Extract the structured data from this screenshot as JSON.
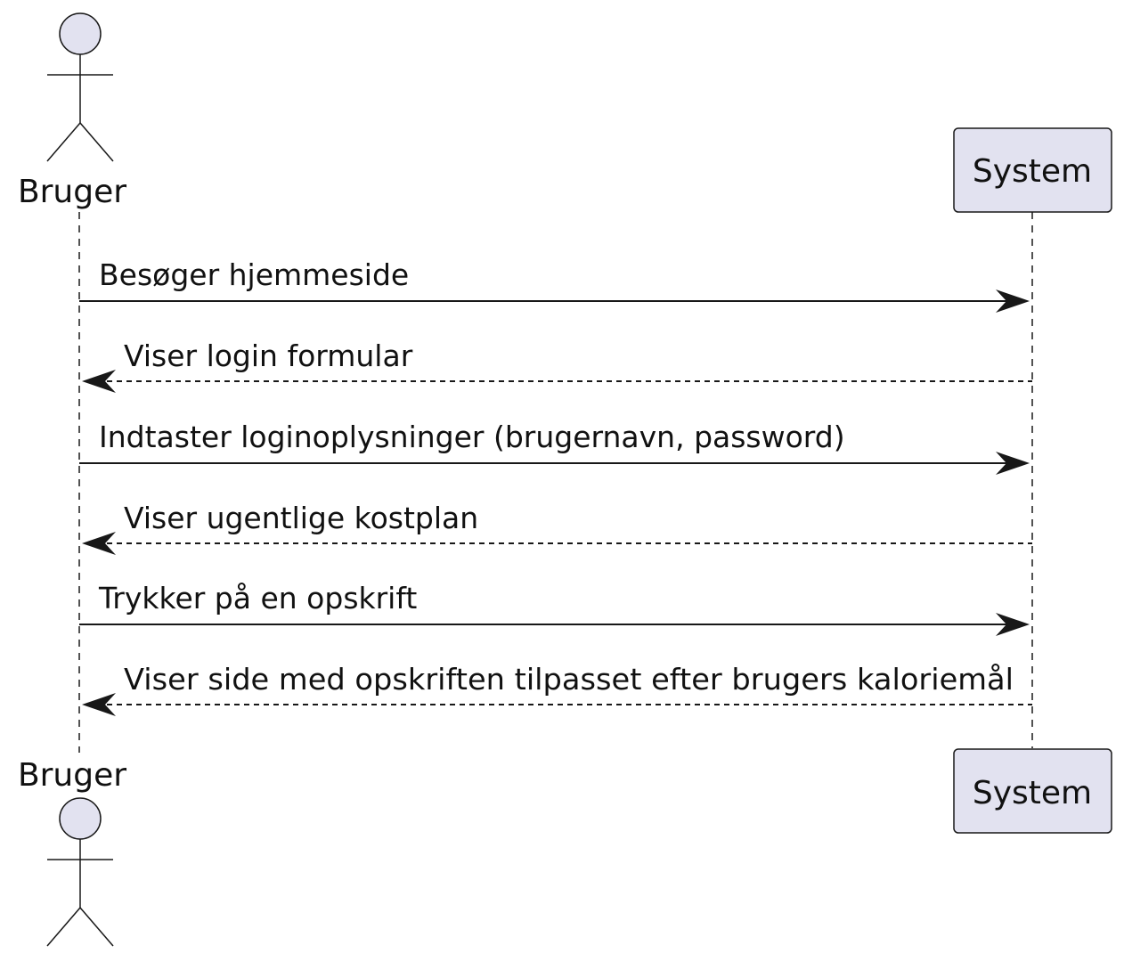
{
  "participants": {
    "user": {
      "label": "Bruger",
      "kind": "actor"
    },
    "system": {
      "label": "System",
      "kind": "participant"
    }
  },
  "messages": [
    {
      "from": "user",
      "to": "system",
      "style": "solid",
      "label": "Besøger hjemmeside"
    },
    {
      "from": "system",
      "to": "user",
      "style": "dashed",
      "label": "Viser login formular"
    },
    {
      "from": "user",
      "to": "system",
      "style": "solid",
      "label": "Indtaster loginoplysninger (brugernavn, password)"
    },
    {
      "from": "system",
      "to": "user",
      "style": "dashed",
      "label": "Viser ugentlige kostplan"
    },
    {
      "from": "user",
      "to": "system",
      "style": "solid",
      "label": "Trykker på en opskrift"
    },
    {
      "from": "system",
      "to": "user",
      "style": "dashed",
      "label": "Viser side med opskriften tilpasset efter brugers kaloriemål"
    }
  ],
  "colors": {
    "participant_fill": "#E2E2F0",
    "participant_stroke": "#181818",
    "line": "#181818"
  }
}
